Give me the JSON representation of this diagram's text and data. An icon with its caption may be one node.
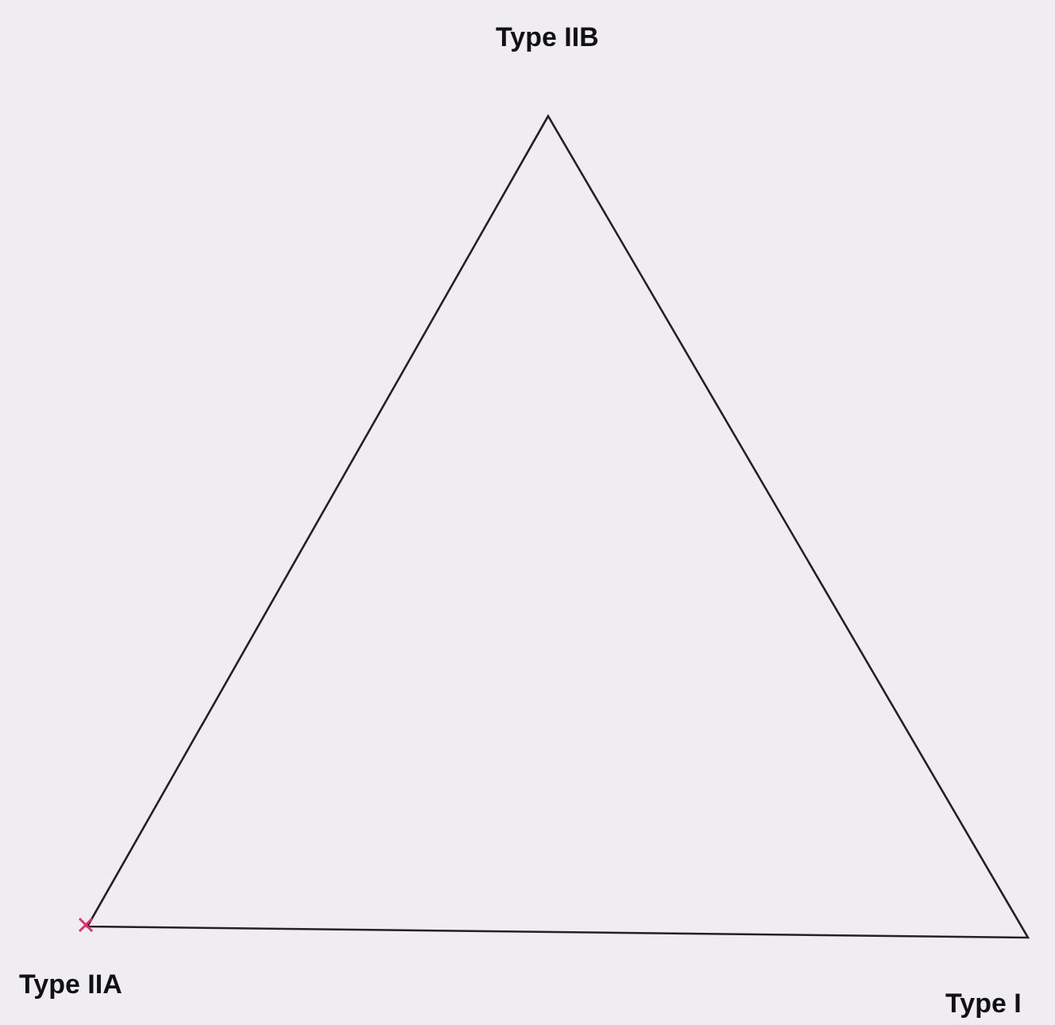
{
  "diagram": {
    "labels": [
      "Type IIB",
      "Type IIA",
      "Type I"
    ]
  }
}
